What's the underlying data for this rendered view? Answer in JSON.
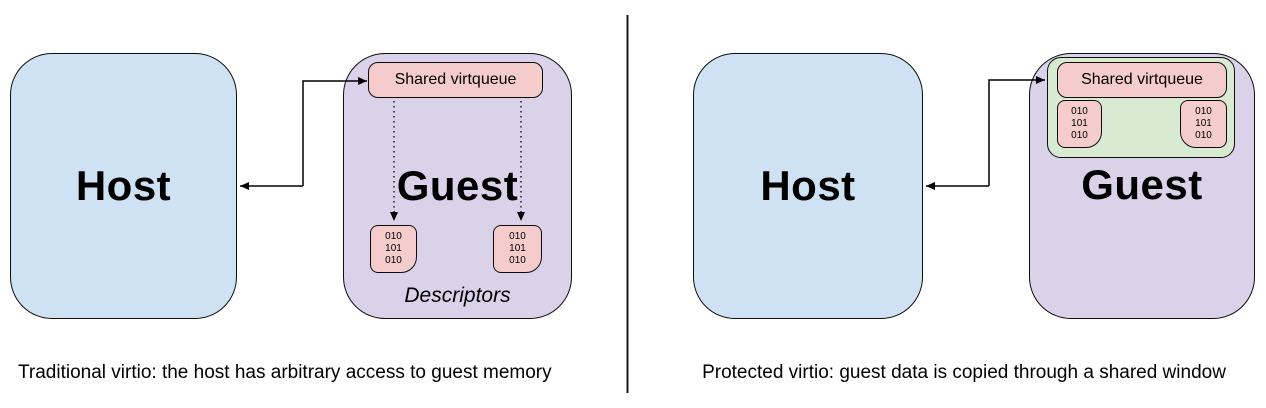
{
  "colors": {
    "host_fill": "#cfe2f3",
    "guest_fill": "#d9d2e9",
    "virtqueue_fill": "#f4cccc",
    "memory_fill": "#f4cccc",
    "window_fill": "#d9ead3",
    "border": "#0d0d0d",
    "line": "#000000"
  },
  "left": {
    "host_label": "Host",
    "guest_label": "Guest",
    "virtqueue_label": "Shared virtqueue",
    "memory_lines": [
      "010",
      "101",
      "010"
    ],
    "descriptors_label": "Descriptors",
    "caption": "Traditional virtio: the host has arbitrary access to guest memory"
  },
  "right": {
    "host_label": "Host",
    "guest_label": "Guest",
    "virtqueue_label": "Shared virtqueue",
    "memory_lines": [
      "010",
      "101",
      "010"
    ],
    "caption": "Protected virtio: guest data is copied through a shared window"
  }
}
